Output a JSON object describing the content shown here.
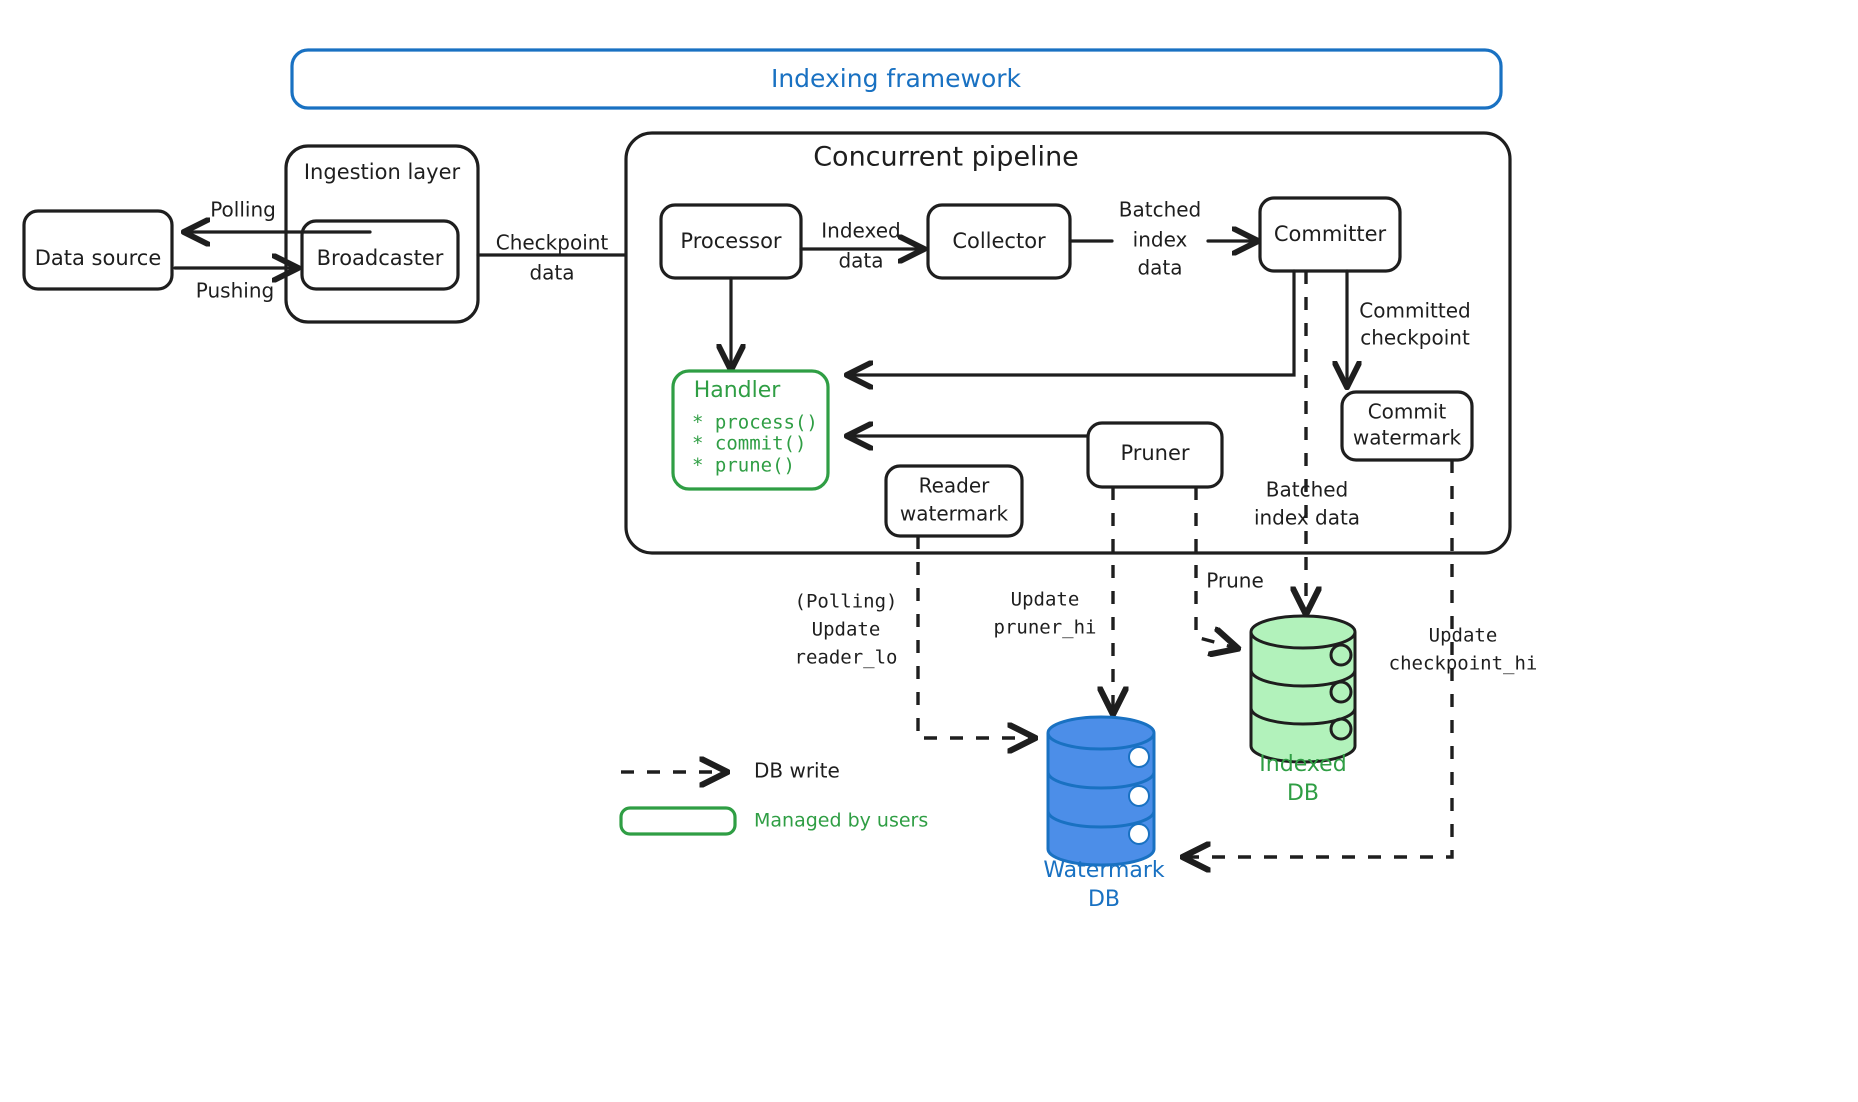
{
  "diagram": {
    "title_banner": "Indexing framework",
    "groups": {
      "ingestion": "Ingestion layer",
      "pipeline": "Concurrent pipeline"
    },
    "nodes": {
      "data_source": "Data source",
      "broadcaster": "Broadcaster",
      "processor": "Processor",
      "collector": "Collector",
      "committer": "Committer",
      "commit_watermark_l1": "Commit",
      "commit_watermark_l2": "watermark",
      "reader_watermark_l1": "Reader",
      "reader_watermark_l2": "watermark",
      "pruner": "Pruner"
    },
    "handler": {
      "title": "Handler",
      "methods": [
        "* process()",
        "* commit()",
        "* prune()"
      ]
    },
    "edge_labels": {
      "polling": "Polling",
      "pushing": "Pushing",
      "checkpoint_data_l1": "Checkpoint",
      "checkpoint_data_l2": "data",
      "indexed_data_l1": "Indexed",
      "indexed_data_l2": "data",
      "batched_index_data_l1": "Batched",
      "batched_index_data_l2": "index",
      "batched_index_data_l3": "data",
      "committed_checkpoint_l1": "Committed",
      "committed_checkpoint_l2": "checkpoint",
      "batched_index_data2_l1": "Batched",
      "batched_index_data2_l2": "index data",
      "prune": "Prune",
      "polling_update_l1": "(Polling)",
      "polling_update_l2": "Update",
      "polling_update_l3": "reader_lo",
      "update_pruner_l1": "Update",
      "update_pruner_l2": "pruner_hi",
      "update_checkpoint_l1": "Update",
      "update_checkpoint_l2": "checkpoint_hi"
    },
    "databases": {
      "indexed_db_l1": "Indexed",
      "indexed_db_l2": "DB",
      "watermark_db_l1": "Watermark",
      "watermark_db_l2": "DB"
    },
    "legend": {
      "db_write": "DB write",
      "managed_by_users": "Managed by users"
    },
    "colors": {
      "black": "#1e1e1e",
      "green": "#2f9e44",
      "green_fill": "#b2f2bb",
      "blue": "#1971c2",
      "blue_fill": "#4c8ee8"
    }
  }
}
